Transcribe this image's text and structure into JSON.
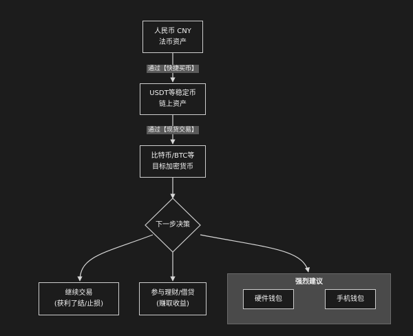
{
  "nodes": {
    "cny": {
      "line1": "人民币 CNY",
      "line2": "法币资产"
    },
    "usdt": {
      "line1": "USDT等稳定币",
      "line2": "链上资产"
    },
    "btc": {
      "line1": "比特币/BTC等",
      "line2": "目标加密货币"
    },
    "decision": {
      "label": "下一步决策"
    },
    "trade": {
      "line1": "继续交易",
      "line2": "(获利了结/止损)"
    },
    "earn": {
      "line1": "参与理财/借贷",
      "line2": "(赚取收益)"
    },
    "hardware": {
      "label": "硬件钱包"
    },
    "mobile": {
      "label": "手机钱包"
    }
  },
  "edges": {
    "quick_buy": "通过【快捷买币】",
    "spot": "通过【现货交易】"
  },
  "group": {
    "title": "强烈建议"
  },
  "colors": {
    "background": "#1c1c1c",
    "line": "#cfcfcf",
    "group": "#4a4a4a",
    "label_bg": "#5a5a5a"
  }
}
